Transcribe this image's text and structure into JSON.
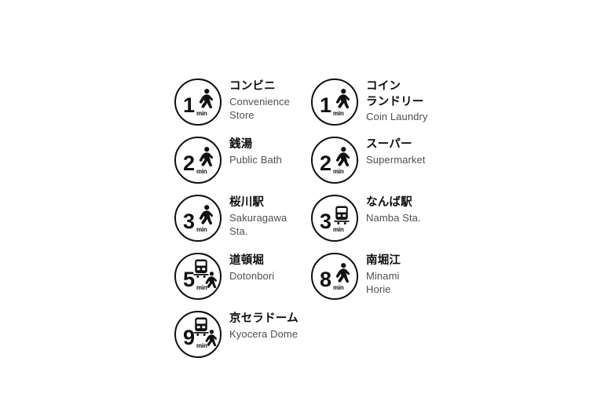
{
  "page": {
    "background_color": "#ffffff",
    "text_color_jp": "#0d0d0d",
    "text_color_en": "#4f4f4f",
    "stroke_color": "#111111",
    "unit_label": "min"
  },
  "rows": [
    {
      "entries": [
        {
          "minutes": "1",
          "unit": "min",
          "icons": [
            "walk-icon"
          ],
          "jp": "コンビニ",
          "en": "Convenience Store",
          "en_lines": [
            "Convenience",
            "Store"
          ]
        },
        {
          "minutes": "1",
          "unit": "min",
          "icons": [
            "walk-icon"
          ],
          "jp": "コイン",
          "jp_line2": "ランドリー",
          "en": "Coin Laundry",
          "en_lines": [
            "Coin Laundry"
          ]
        }
      ]
    },
    {
      "entries": [
        {
          "minutes": "2",
          "unit": "min",
          "icons": [
            "walk-icon"
          ],
          "jp": "銭湯",
          "en": "Public Bath",
          "en_lines": [
            "Public Bath"
          ]
        },
        {
          "minutes": "2",
          "unit": "min",
          "icons": [
            "walk-icon"
          ],
          "jp": "スーパー",
          "en": "Supermarket",
          "en_lines": [
            "Supermarket"
          ]
        }
      ]
    },
    {
      "entries": [
        {
          "minutes": "3",
          "unit": "min",
          "icons": [
            "walk-icon"
          ],
          "jp": "桜川駅",
          "en": "Sakuragawa Sta.",
          "en_lines": [
            "Sakuragawa",
            "Sta."
          ]
        },
        {
          "minutes": "3",
          "unit": "min",
          "icons": [
            "train-icon"
          ],
          "jp": "なんば駅",
          "en": "Namba Sta.",
          "en_lines": [
            "Namba Sta."
          ]
        }
      ]
    },
    {
      "entries": [
        {
          "minutes": "5",
          "unit": "min",
          "icons": [
            "train-icon",
            "walk-icon"
          ],
          "jp": "道頓堀",
          "en": "Dotonbori",
          "en_lines": [
            "Dotonbori"
          ]
        },
        {
          "minutes": "8",
          "unit": "min",
          "icons": [
            "walk-icon"
          ],
          "jp": "南堀江",
          "en": "Minami Horie",
          "en_lines": [
            "Minami",
            "Horie"
          ]
        }
      ]
    },
    {
      "entries": [
        {
          "minutes": "9",
          "unit": "min",
          "icons": [
            "train-icon",
            "walk-icon"
          ],
          "jp": "京セラドーム",
          "en": "Kyocera Dome",
          "en_lines": [
            "Kyocera Dome"
          ]
        },
        {
          "empty": true
        }
      ]
    }
  ]
}
